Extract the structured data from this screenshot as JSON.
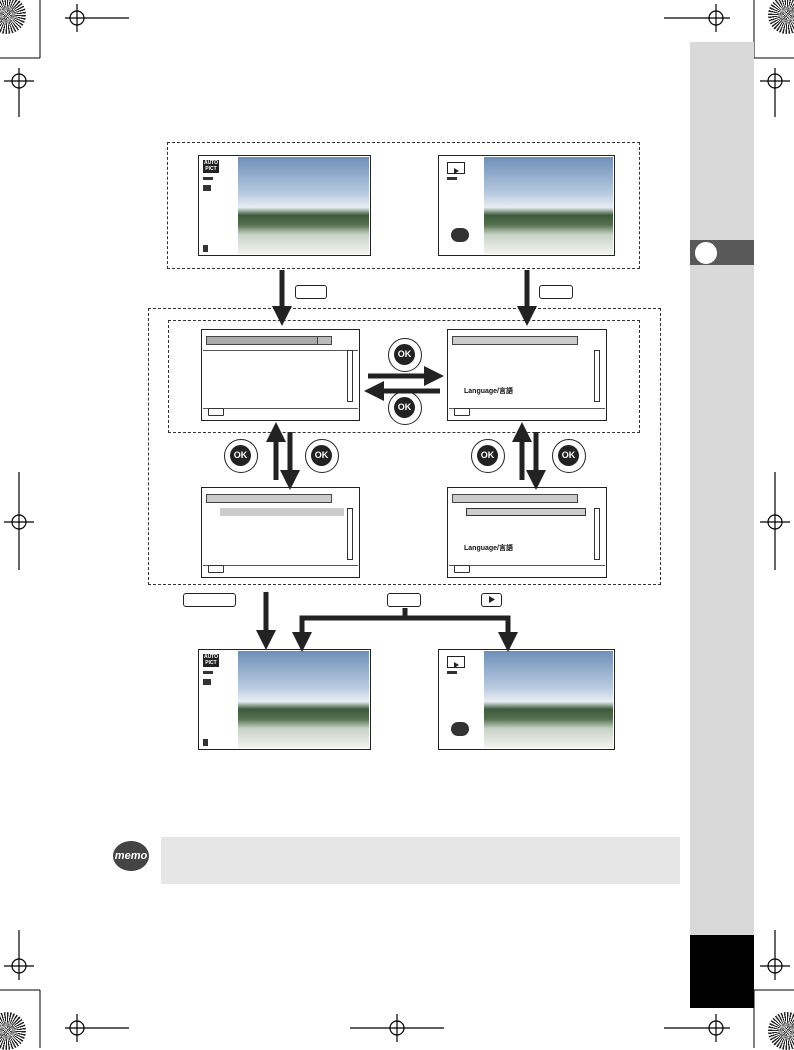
{
  "memo": {
    "icon_label": "memo"
  },
  "ok_label": "OK",
  "menu": {
    "language_label": "Language/言語"
  },
  "auto_pict": {
    "line1": "AUTO",
    "line2": "PICT"
  }
}
